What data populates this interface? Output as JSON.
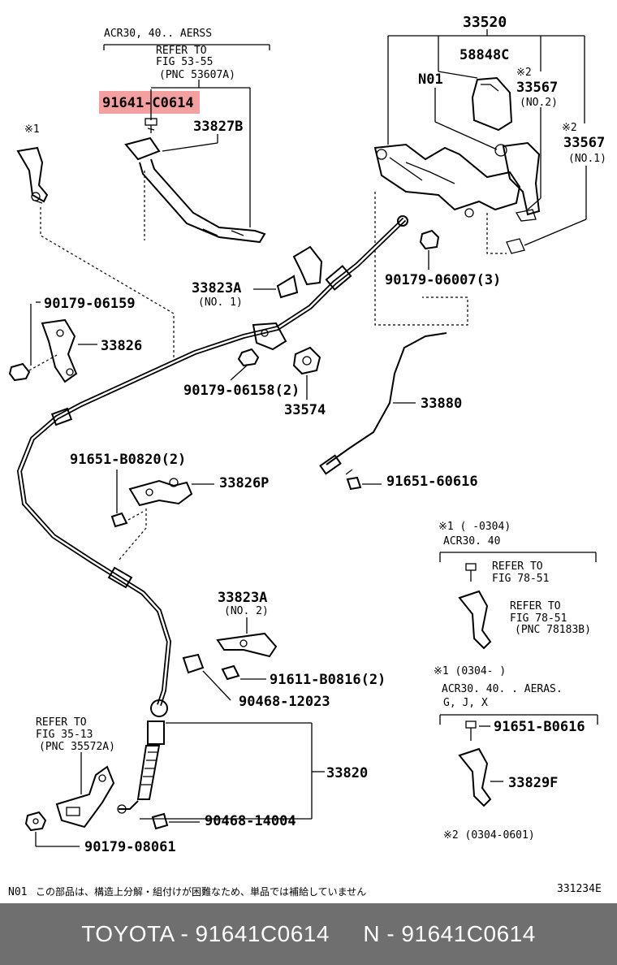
{
  "labels": {
    "acr_aerss": "ACR30, 40.. AERSS",
    "refer_fig_53": "REFER TO",
    "fig_53": "FIG 53-55",
    "pnc_53607": "(PNC 53607A)",
    "p_91641": "91641-C0614",
    "p_33827b": "33827B",
    "mark1_top": "※1",
    "p_33520": "33520",
    "p_58848c": "58848C",
    "n01": "N01",
    "mark2_a": "※2",
    "p_33567_a": "33567",
    "no2_a": "(NO.2)",
    "mark2_b": "※2",
    "p_33567_b": "33567",
    "no1_b": "(NO.1)",
    "p_90179_06007": "90179-06007(3)",
    "p_33823a_1": "33823A",
    "no1_33823a": "(NO. 1)",
    "p_90179_06159": "90179-06159",
    "p_33826": "33826",
    "p_90179_06158": "90179-06158(2)",
    "p_33574": "33574",
    "p_33880": "33880",
    "p_91651_b0820": "91651-B0820(2)",
    "p_33826p": "33826P",
    "p_91651_60616": "91651-60616",
    "mark1_range_a": "※1 (     -0304)",
    "acr3040_a": "ACR30. 40",
    "refer_78_a": "REFER TO",
    "fig_78_a": "FIG 78-51",
    "refer_78_b": "REFER TO",
    "fig_78_b": "FIG 78-51",
    "pnc_78183b": "(PNC 78183B)",
    "p_33823a_2": "33823A",
    "no2_33823a": "(NO. 2)",
    "p_91611_b0816": "91611-B0816(2)",
    "p_90468_12023": "90468-12023",
    "mark1_range_b": "※1 (0304-     )",
    "acr3040_b": "ACR30. 40. . AERAS.",
    "gjx": "G, J, X",
    "p_91651_b0616": "91651-B0616",
    "refer_35": "REFER TO",
    "fig_35": "FIG 35-13",
    "pnc_35572a": "(PNC 35572A)",
    "p_33820": "33820",
    "p_33829f": "33829F",
    "p_90468_14004": "90468-14004",
    "p_90179_08061": "90179-08061",
    "mark2_range": "※2 (0304-0601)",
    "n01_note_key": "N01",
    "n01_note_text": "この部品は、構造上分解・組付けが困難なため、単品では補給していません",
    "diagram_code": "331234E"
  },
  "highlight_color": "#f4a0a0",
  "footer": {
    "text": "TOYOTA - 91641C0614     N - 91641C0614",
    "background": "#6f6f6f"
  }
}
